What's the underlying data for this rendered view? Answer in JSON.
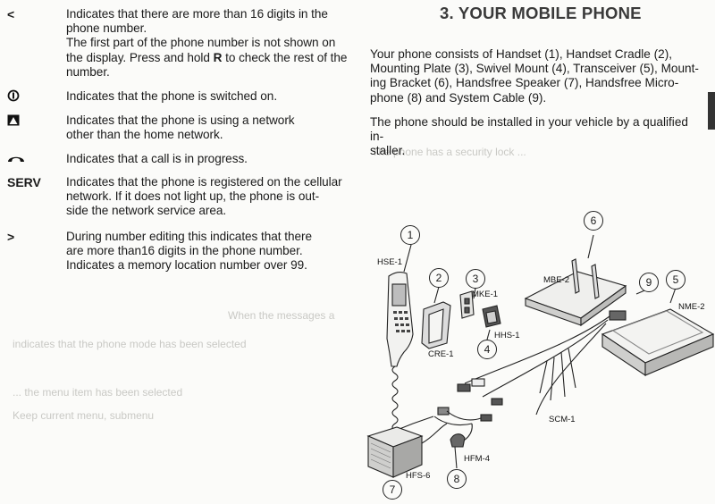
{
  "section_title": "3. YOUR MOBILE PHONE",
  "symbols": [
    {
      "symbol": "<",
      "icon": "less-than-arrow",
      "text": "Indicates that there are more than 16 digits in the phone number.\nThe first part of the phone number is not shown on the display. Press and hold R to check the rest of the number."
    },
    {
      "symbol": "",
      "icon": "power-icon",
      "text": "Indicates that the phone is switched on."
    },
    {
      "symbol": "",
      "icon": "roaming-triangle-icon",
      "text": "Indicates that the phone is using a network\nother than the home network."
    },
    {
      "symbol": "",
      "icon": "handset-icon",
      "text": "Indicates that a call is in progress."
    },
    {
      "symbol": "SERV",
      "icon": "",
      "text": "Indicates that the phone is registered on the cellular network. If it does not light up, the phone is out-\nside the network service area."
    },
    {
      "symbol": ">",
      "icon": "greater-than-arrow",
      "text": "During number editing this indicates that there\nare more than16 digits in the phone number.\nIndicates a memory location number over 99."
    }
  ],
  "intro_paragraph": "Your phone consists of Handset (1), Handset Cradle (2), Mounting Plate (3), Swivel Mount (4), Transceiver (5), Mount-\ning Bracket (6), Handsfree Speaker (7), Handsfree Micro-\nphone (8) and System Cable (9).",
  "install_paragraph": "The phone should be installed in your vehicle by a qualified in-\nstaller.",
  "diagram": {
    "callouts": [
      "1",
      "2",
      "3",
      "4",
      "5",
      "6",
      "7",
      "8",
      "9"
    ],
    "parts": [
      "HSE-1",
      "CRE-1",
      "MKE-1",
      "HHS-1",
      "MBE-2",
      "NME-2",
      "SCM-1",
      "HFM-4",
      "HFS-6"
    ]
  }
}
